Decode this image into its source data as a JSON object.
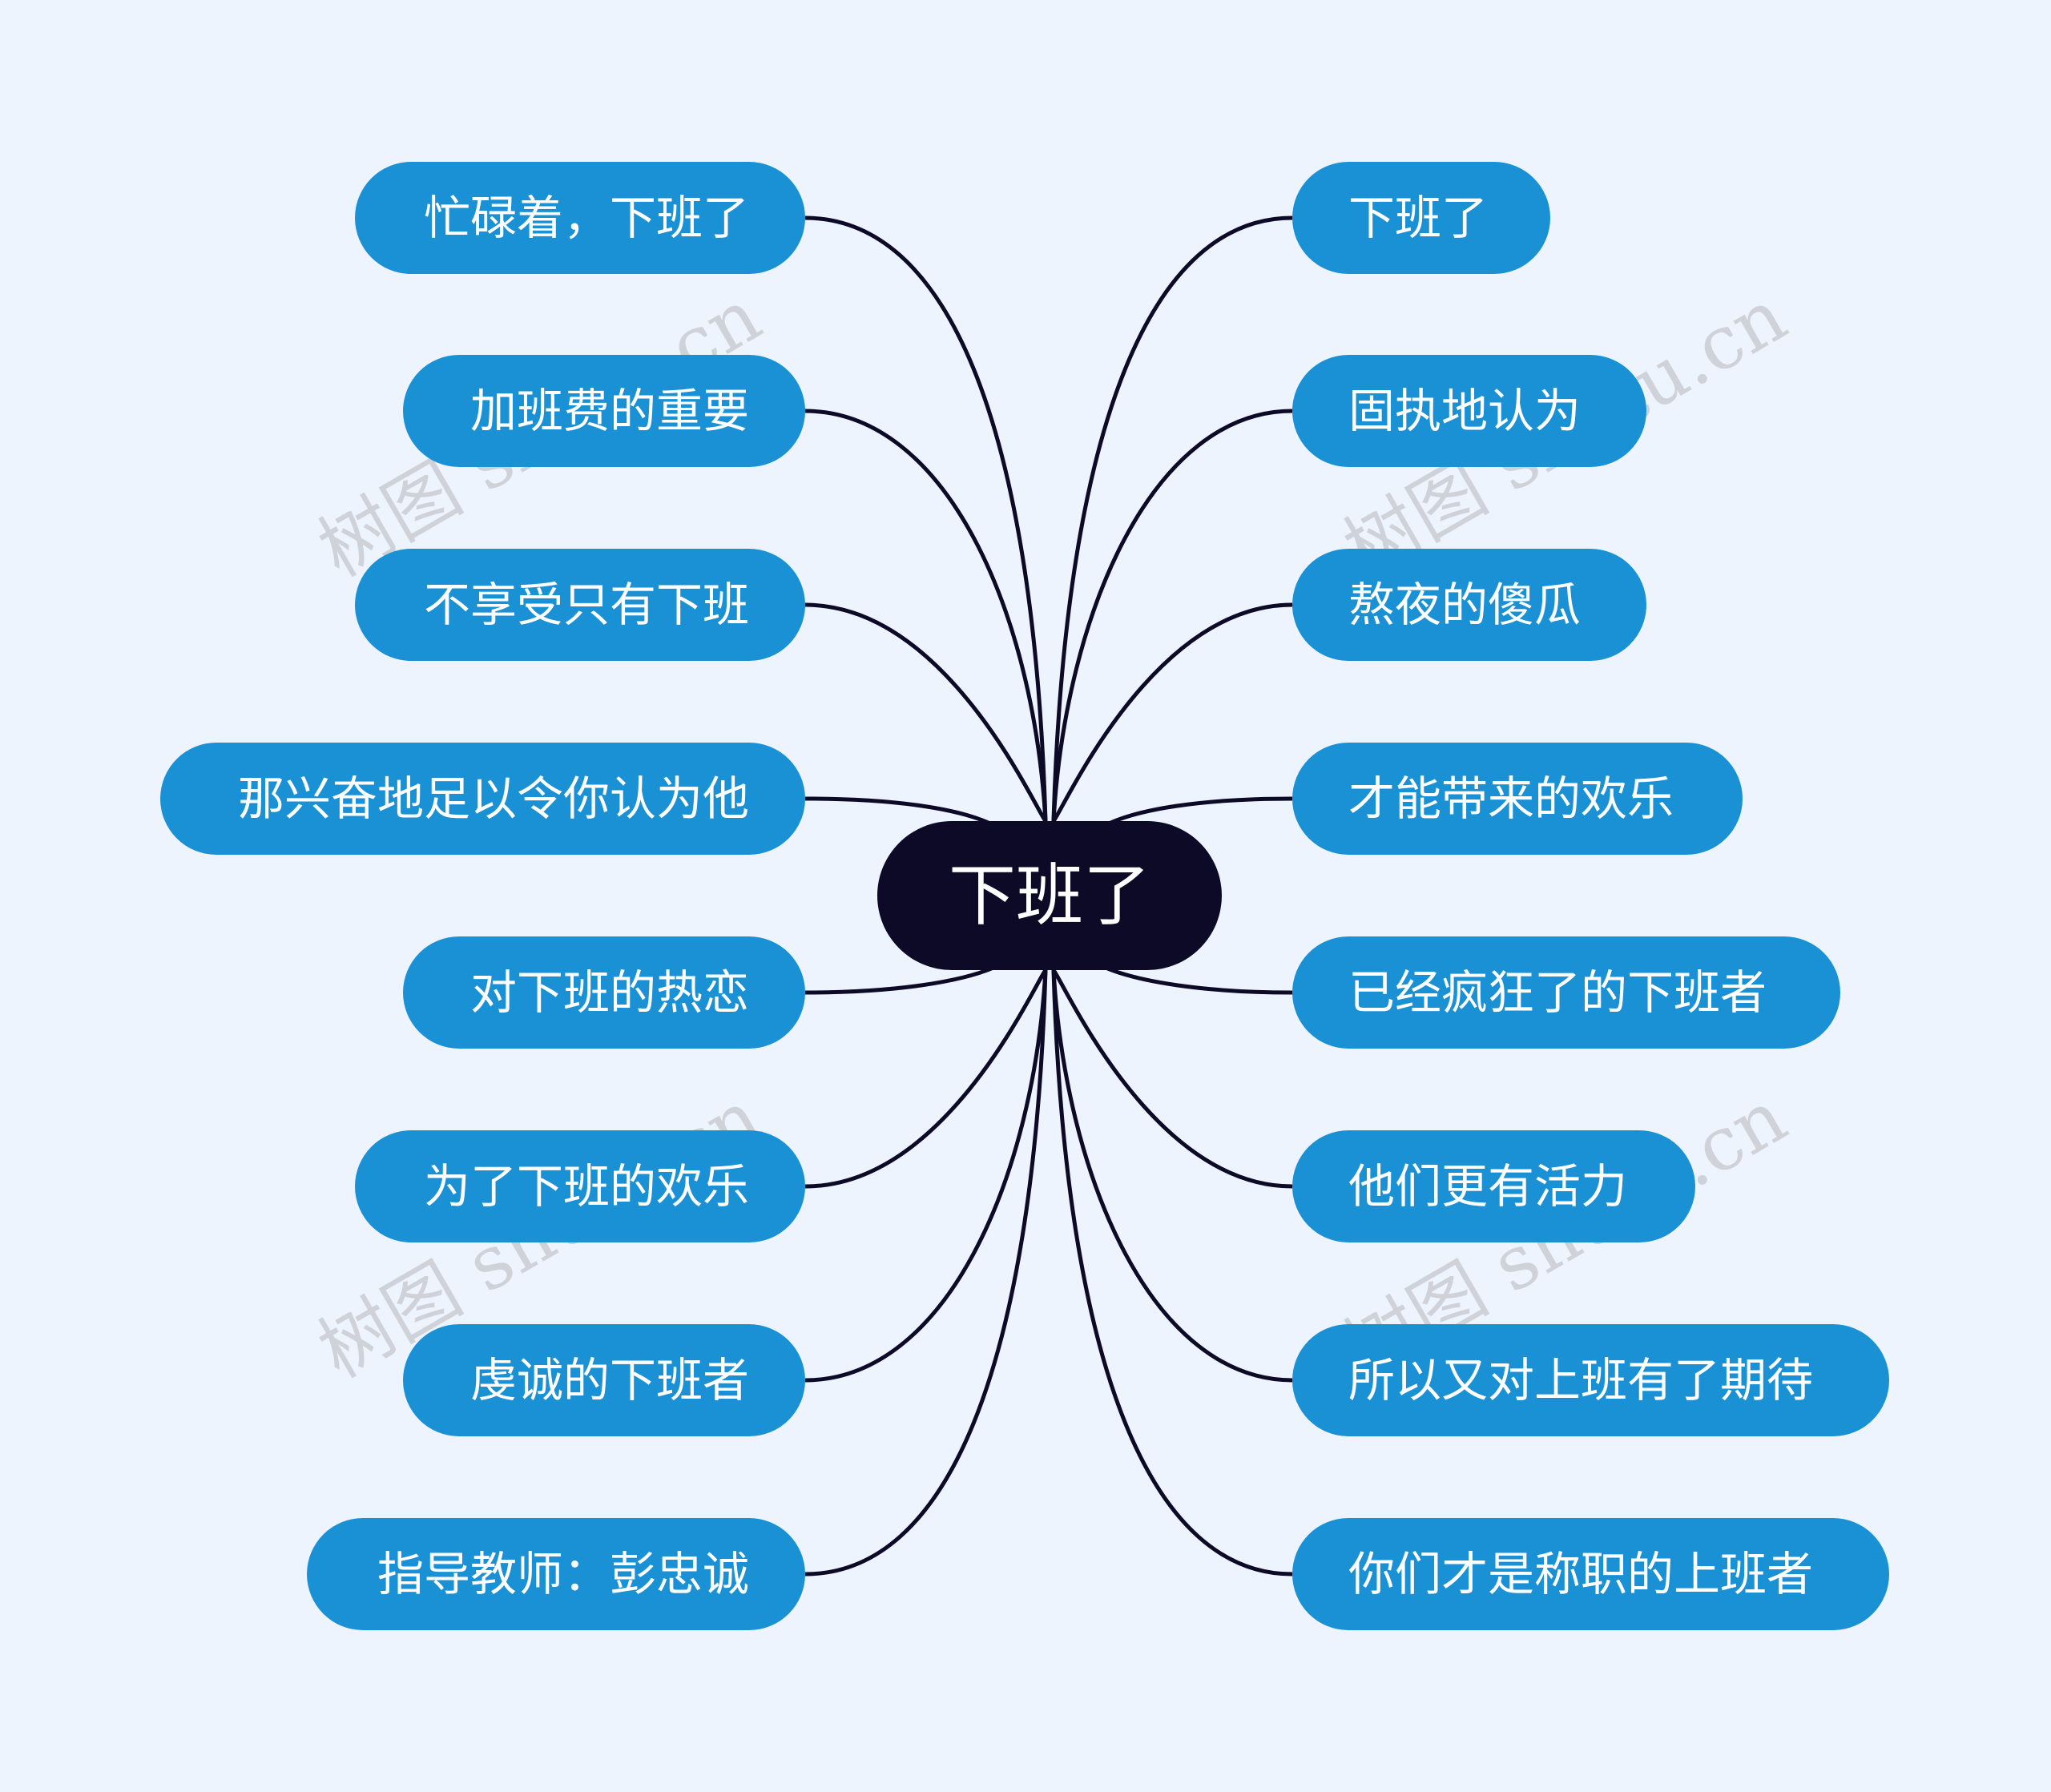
{
  "root": {
    "label": "下班了"
  },
  "left_branches": [
    {
      "label": "忙碌着，下班了"
    },
    {
      "label": "加班费的重要"
    },
    {
      "label": "不享受只有下班"
    },
    {
      "label": "那兴奋地足以令你认为他"
    },
    {
      "label": "对下班的热恋"
    },
    {
      "label": "为了下班的欢乐"
    },
    {
      "label": "虔诚的下班者"
    },
    {
      "label": "指导教师：彭忠诚"
    }
  ],
  "right_branches": [
    {
      "label": "下班了"
    },
    {
      "label": "固执地认为"
    },
    {
      "label": "熬夜的傻瓜"
    },
    {
      "label": "才能带来的欢乐"
    },
    {
      "label": "已经疯狂了的下班者"
    },
    {
      "label": "他们更有活力"
    },
    {
      "label": "所以又对上班有了期待"
    },
    {
      "label": "你们才是称职的上班者"
    }
  ],
  "watermark": {
    "text": "树图 shutu.cn"
  },
  "colors": {
    "background": "#eef4fe",
    "node": "#1a91d4",
    "root": "#0c0a26",
    "link": "#0c0a26",
    "text": "#ffffff"
  }
}
